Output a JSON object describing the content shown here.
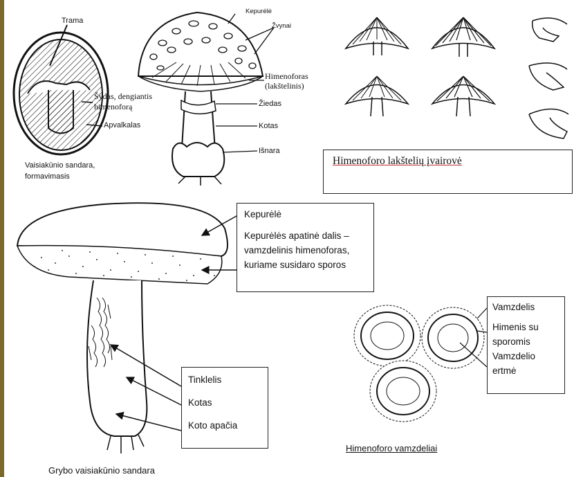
{
  "top_left": {
    "trama": "Trama",
    "sydas": "Šydas, dengiantis",
    "sydas2": "himenoforą",
    "apvalkalas": "Apvalkalas",
    "caption1": "Vaisiakūnio sandara,",
    "caption2": "formavimasis"
  },
  "top_mushroom": {
    "kepurele": "Kepurėlė",
    "zvynai": "Žvynai",
    "himenoforas": "Himenoforas",
    "himenoforas2": "(lakštelinis)",
    "ziedas": "Žiedas",
    "kotas": "Kotas",
    "isnara": "Išnara"
  },
  "gill_box": {
    "title": "Himenoforo lakštelių įvairovė"
  },
  "bolete": {
    "cap_box": {
      "line1": "Kepurėlė",
      "line2": "Kepurėlės apatinė dalis –",
      "line3": "vamzdelinis himenoforas,",
      "line4": "kuriame susidaro sporos"
    },
    "stem_box": {
      "line1": "Tinklelis",
      "line2": "Kotas",
      "line3": "Koto apačia"
    },
    "caption": "Grybo vaisiakūnio sandara"
  },
  "tubes": {
    "box": {
      "line1": "Vamzdelis",
      "line2": "Himenis su",
      "line3": "sporomis",
      "line4": "Vamzdelio",
      "line5": "ertmė"
    },
    "caption": "Himenoforo vamzdeliai"
  }
}
